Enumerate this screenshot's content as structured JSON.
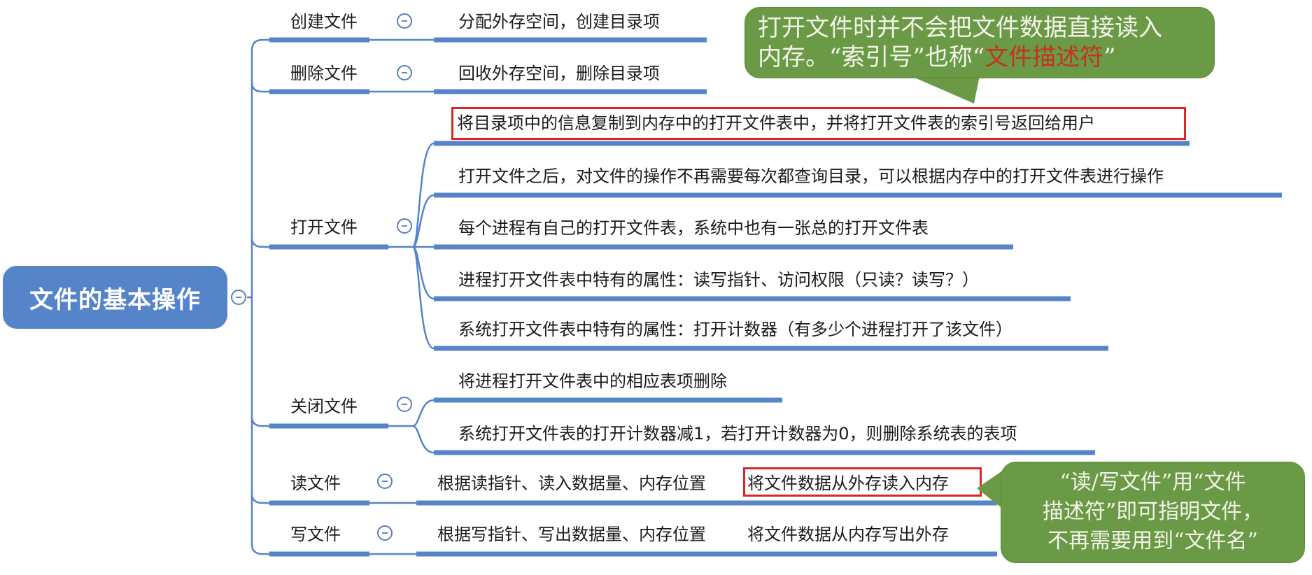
{
  "root": {
    "label": "文件的基本操作",
    "color": "#5584c8"
  },
  "colors": {
    "line": "#5584c8",
    "red_box": "#d9262a",
    "callout_bg": "#6a9a45",
    "callout_highlight": "#c8321e"
  },
  "branches": [
    {
      "label": "创建文件",
      "children": [
        "分配外存空间，创建目录项"
      ]
    },
    {
      "label": "删除文件",
      "children": [
        "回收外存空间，删除目录项"
      ]
    },
    {
      "label": "打开文件",
      "children": [
        "将目录项中的信息复制到内存中的打开文件表中，并将打开文件表的索引号返回给用户",
        "打开文件之后，对文件的操作不再需要每次都查询目录，可以根据内存中的打开文件表进行操作",
        "每个进程有自己的打开文件表，系统中也有一张总的打开文件表",
        "进程打开文件表中特有的属性：读写指针、访问权限（只读？读写？）",
        "系统打开文件表中特有的属性：打开计数器（有多少个进程打开了该文件）"
      ]
    },
    {
      "label": "关闭文件",
      "children": [
        "将进程打开文件表中的相应表项删除",
        "系统打开文件表的打开计数器减1，若打开计数器为0，则删除系统表的表项"
      ]
    },
    {
      "label": "读文件",
      "children": [
        {
          "prefix": "根据读指针、读入数据量、内存位置",
          "boxed": "将文件数据从外存读入内存"
        }
      ]
    },
    {
      "label": "写文件",
      "children": [
        {
          "prefix": "根据写指针、写出数据量、内存位置 ",
          "boxed": "将文件数据从内存写出外存"
        }
      ]
    }
  ],
  "callouts": {
    "top": {
      "line1": "打开文件时并不会把文件数据直接读入",
      "line2_pre": "内存。“索引号”也称“",
      "line2_hl": "文件描述符",
      "line2_post": "”"
    },
    "bottom": {
      "line1": "“读/写文件”用“文件",
      "line2": "描述符”即可指明文件，",
      "line3": "不再需要用到“文件名”"
    }
  }
}
